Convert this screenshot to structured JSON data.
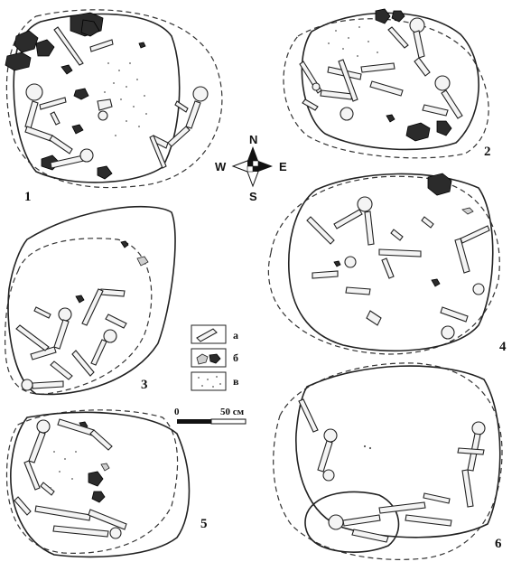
{
  "compass": {
    "north": "N",
    "south": "S",
    "east": "E",
    "west": "W"
  },
  "plans": [
    {
      "number": "1"
    },
    {
      "number": "2"
    },
    {
      "number": "3"
    },
    {
      "number": "4"
    },
    {
      "number": "5"
    },
    {
      "number": "6"
    }
  ],
  "legend": [
    {
      "label": "а"
    },
    {
      "label": "б"
    },
    {
      "label": "в"
    }
  ],
  "scale": {
    "start": "0",
    "end": "50 см"
  }
}
